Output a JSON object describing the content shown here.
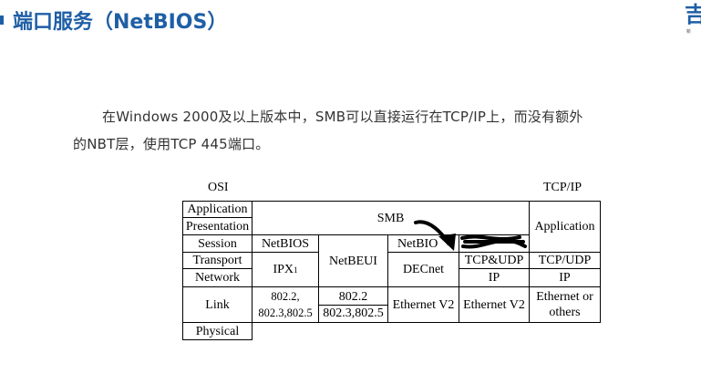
{
  "header": {
    "title": "端口服务（NetBIOS）",
    "logo_char": "吉",
    "logo_caption": "新"
  },
  "body_text": {
    "line1": "在Windows 2000及以上版本中，SMB可以直接运行在TCP/IP上，而没有额外",
    "line2": "的NBT层，使用TCP 445端口。"
  },
  "diagram": {
    "osi_header": "OSI",
    "tcpip_header": "TCP/IP",
    "osi_layers": [
      "Application",
      "Presentation",
      "Session",
      "Transport",
      "Network",
      "Link",
      "Physical"
    ],
    "smb": "SMB",
    "application": "Application",
    "netbios": "NetBIOS",
    "netbeui": "NetBEUI",
    "netbios_partial": "NetBIO",
    "ipx": "IPX",
    "ipx_sup": "1",
    "decnet": "DECnet",
    "tcp_udp_amp": "TCP&UDP",
    "tcp_udp_slash": "TCP/UDP",
    "ip_a": "IP",
    "ip_b": "IP",
    "link_8022a": "802.2,",
    "link_8023a": "802.3,802.5",
    "link_8022b": "802.2",
    "link_8023b": "802.3,802.5",
    "ethernet_v2_a": "Ethernet V2",
    "ethernet_v2_b": "Ethernet V2",
    "ethernet_or": "Ethernet or",
    "others": "others"
  },
  "colors": {
    "accent": "#1f5fa6",
    "text": "#333333"
  }
}
